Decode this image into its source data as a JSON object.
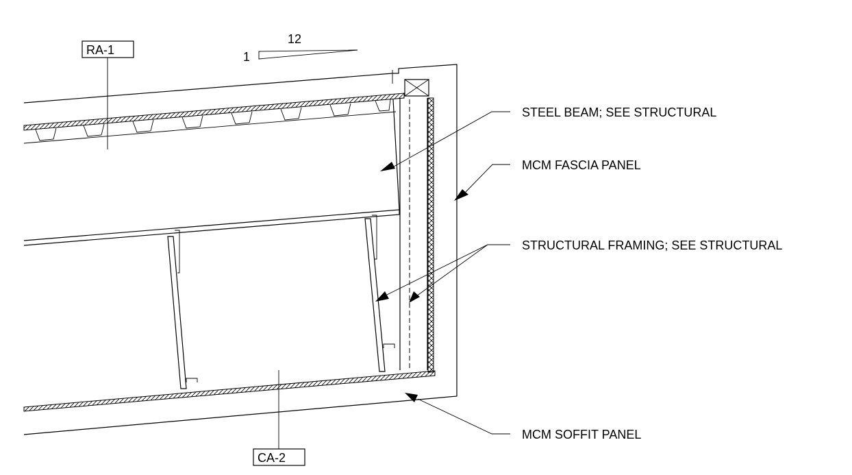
{
  "slope": {
    "rise": "1",
    "run": "12"
  },
  "tags": {
    "roof": "RA-1",
    "ceiling": "CA-2"
  },
  "callouts": {
    "steel_beam": "STEEL BEAM; SEE STRUCTURAL",
    "fascia": "MCM FASCIA PANEL",
    "framing": "STRUCTURAL FRAMING; SEE STRUCTURAL",
    "soffit": "MCM SOFFIT PANEL"
  }
}
